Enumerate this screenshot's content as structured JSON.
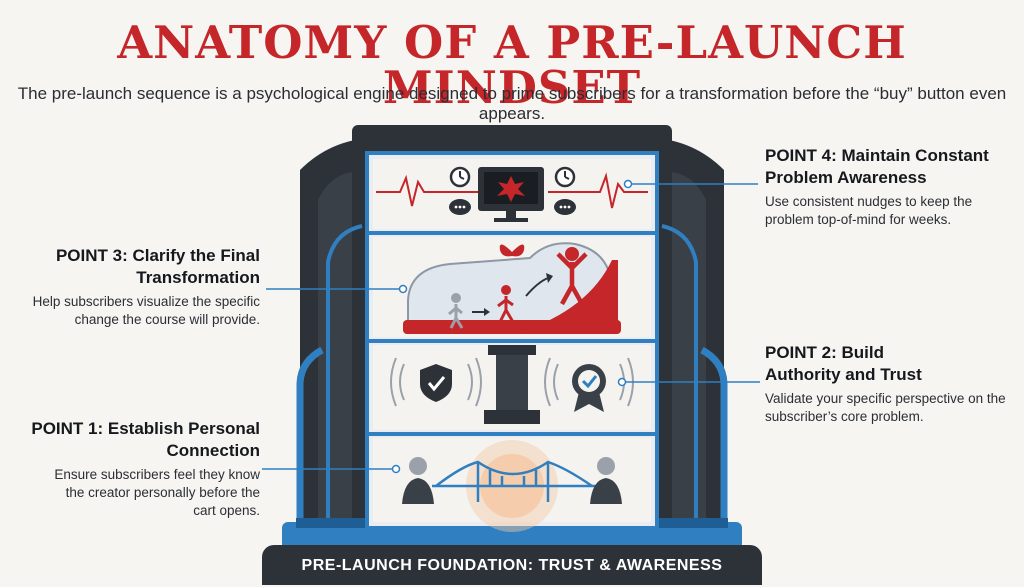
{
  "title": "ANATOMY OF A PRE-LAUNCH MINDSET",
  "subtitle": "The pre-launch sequence is a psychological engine designed to prime subscribers for a transformation before the “buy” button even appears.",
  "points": {
    "p4": {
      "heading": "POINT 4: Maintain Constant Problem Awareness",
      "body": "Use consistent nudges to keep the problem top-of-mind for weeks."
    },
    "p3": {
      "heading": "POINT 3: Clarify the Final Transformation",
      "body": "Help subscribers visualize the specific change the course will provide."
    },
    "p2": {
      "heading": "POINT 2: Build Authority and Trust",
      "body": "Validate your specific perspective on the subscriber’s core problem."
    },
    "p1": {
      "heading": "POINT 1: Establish Personal Connection",
      "body": "Ensure subscribers feel they know the creator personally before the cart opens."
    }
  },
  "foundation": "PRE-LAUNCH FOUNDATION: TRUST & AWARENESS",
  "icons": [
    "alarm-clock-icon",
    "monitor-icon",
    "speech-bubble-icon",
    "heartbeat-line-icon",
    "butterfly-icon",
    "walking-figure-icon",
    "celebrating-figure-icon",
    "shield-check-icon",
    "badge-check-icon",
    "bridge-icon",
    "person-icon"
  ],
  "colors": {
    "title_red": "#c4262a",
    "accent_blue": "#2f7fc1",
    "dark_frame": "#2d3238"
  }
}
